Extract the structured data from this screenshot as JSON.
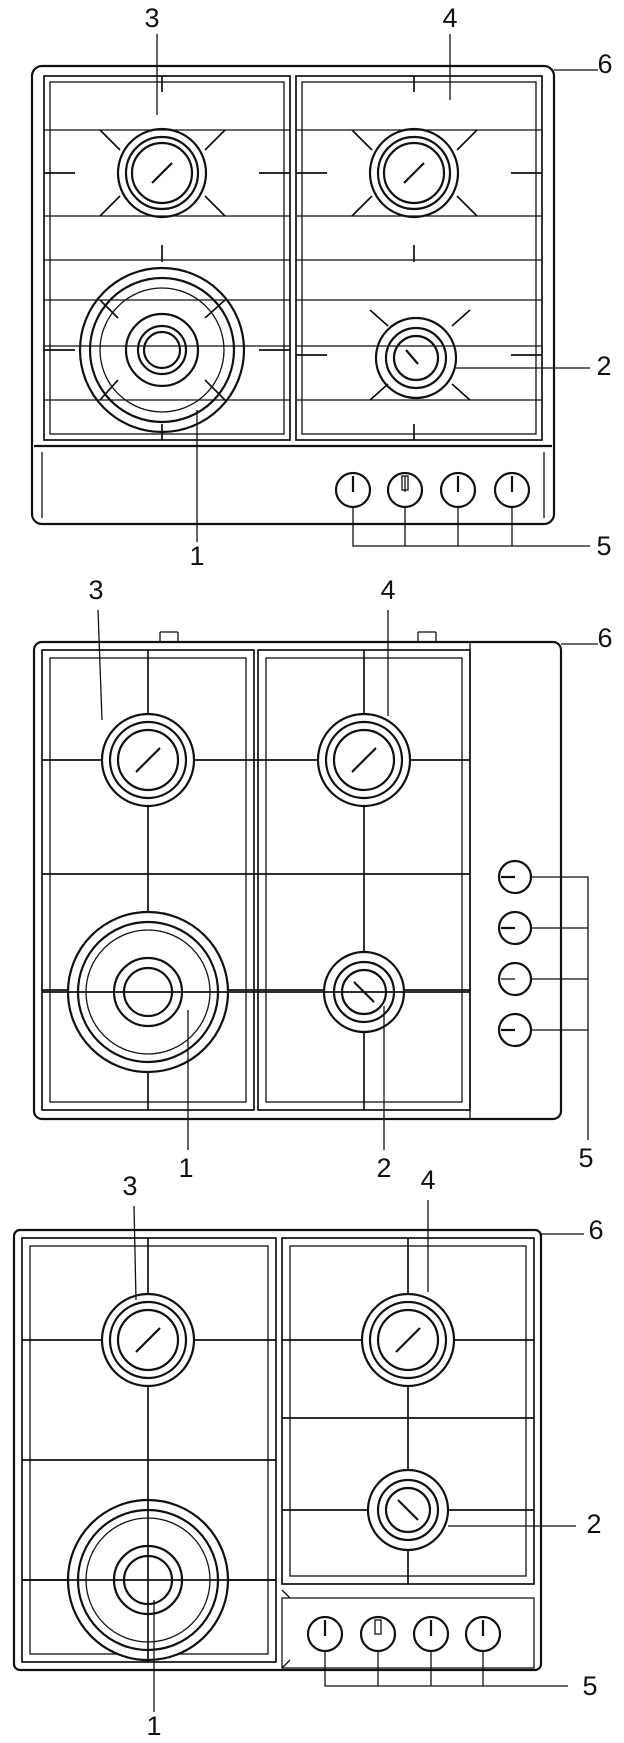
{
  "diagrams": [
    {
      "id": "hob-a",
      "labels": [
        "3",
        "4",
        "6",
        "2",
        "1",
        "5"
      ]
    },
    {
      "id": "hob-b",
      "labels": [
        "3",
        "4",
        "6",
        "5",
        "1",
        "2"
      ]
    },
    {
      "id": "hob-c",
      "labels": [
        "3",
        "4",
        "6",
        "2",
        "1",
        "5"
      ]
    }
  ]
}
